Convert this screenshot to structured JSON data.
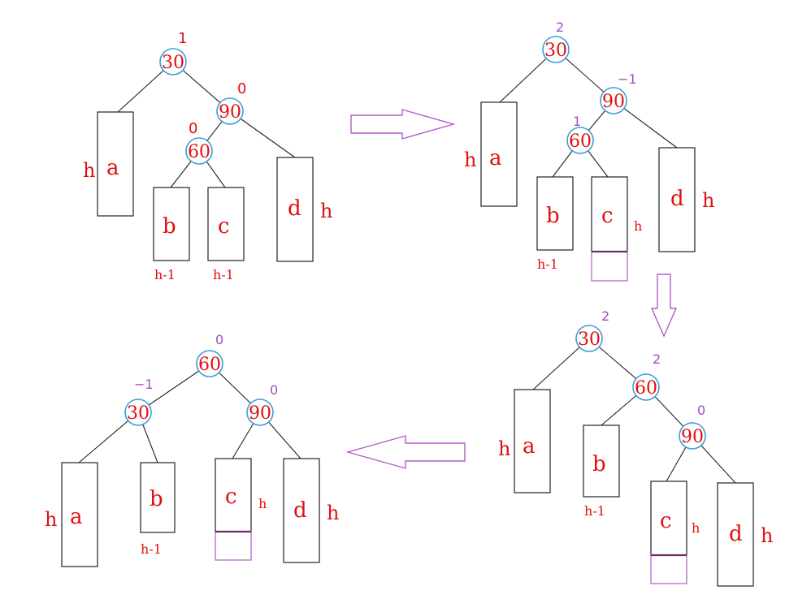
{
  "diagrams": [
    {
      "nodes": [
        {
          "id": "n30",
          "label": "30",
          "bf": "1",
          "bfColor": "red"
        },
        {
          "id": "n90",
          "label": "90",
          "bf": "0",
          "bfColor": "red"
        },
        {
          "id": "n60",
          "label": "60",
          "bf": "0",
          "bfColor": "red"
        }
      ],
      "subtrees": [
        {
          "letter": "a",
          "height": "h"
        },
        {
          "letter": "b",
          "height": "h-1"
        },
        {
          "letter": "c",
          "height": "h-1"
        },
        {
          "letter": "d",
          "height": "h"
        }
      ]
    },
    {
      "nodes": [
        {
          "id": "n30",
          "label": "30",
          "bf": "2",
          "bfColor": "purple"
        },
        {
          "id": "n90",
          "label": "90",
          "bf": "−1",
          "bfColor": "purple"
        },
        {
          "id": "n60",
          "label": "60",
          "bf": "1",
          "bfColor": "purple"
        }
      ],
      "subtrees": [
        {
          "letter": "a",
          "height": "h"
        },
        {
          "letter": "b",
          "height": "h-1"
        },
        {
          "letter": "c",
          "height": "h"
        },
        {
          "letter": "d",
          "height": "h"
        }
      ]
    },
    {
      "nodes": [
        {
          "id": "n30",
          "label": "30",
          "bf": "2",
          "bfColor": "purple"
        },
        {
          "id": "n60",
          "label": "60",
          "bf": "2",
          "bfColor": "purple"
        },
        {
          "id": "n90",
          "label": "90",
          "bf": "0",
          "bfColor": "purple"
        }
      ],
      "subtrees": [
        {
          "letter": "a",
          "height": "h"
        },
        {
          "letter": "b",
          "height": "h-1"
        },
        {
          "letter": "c",
          "height": "h"
        },
        {
          "letter": "d",
          "height": "h"
        }
      ]
    },
    {
      "nodes": [
        {
          "id": "n60",
          "label": "60",
          "bf": "0",
          "bfColor": "purple"
        },
        {
          "id": "n30",
          "label": "30",
          "bf": "−1",
          "bfColor": "purple"
        },
        {
          "id": "n90",
          "label": "90",
          "bf": "0",
          "bfColor": "purple"
        }
      ],
      "subtrees": [
        {
          "letter": "a",
          "height": "h"
        },
        {
          "letter": "b",
          "height": "h-1"
        },
        {
          "letter": "c",
          "height": "h"
        },
        {
          "letter": "d",
          "height": "h"
        }
      ]
    }
  ]
}
